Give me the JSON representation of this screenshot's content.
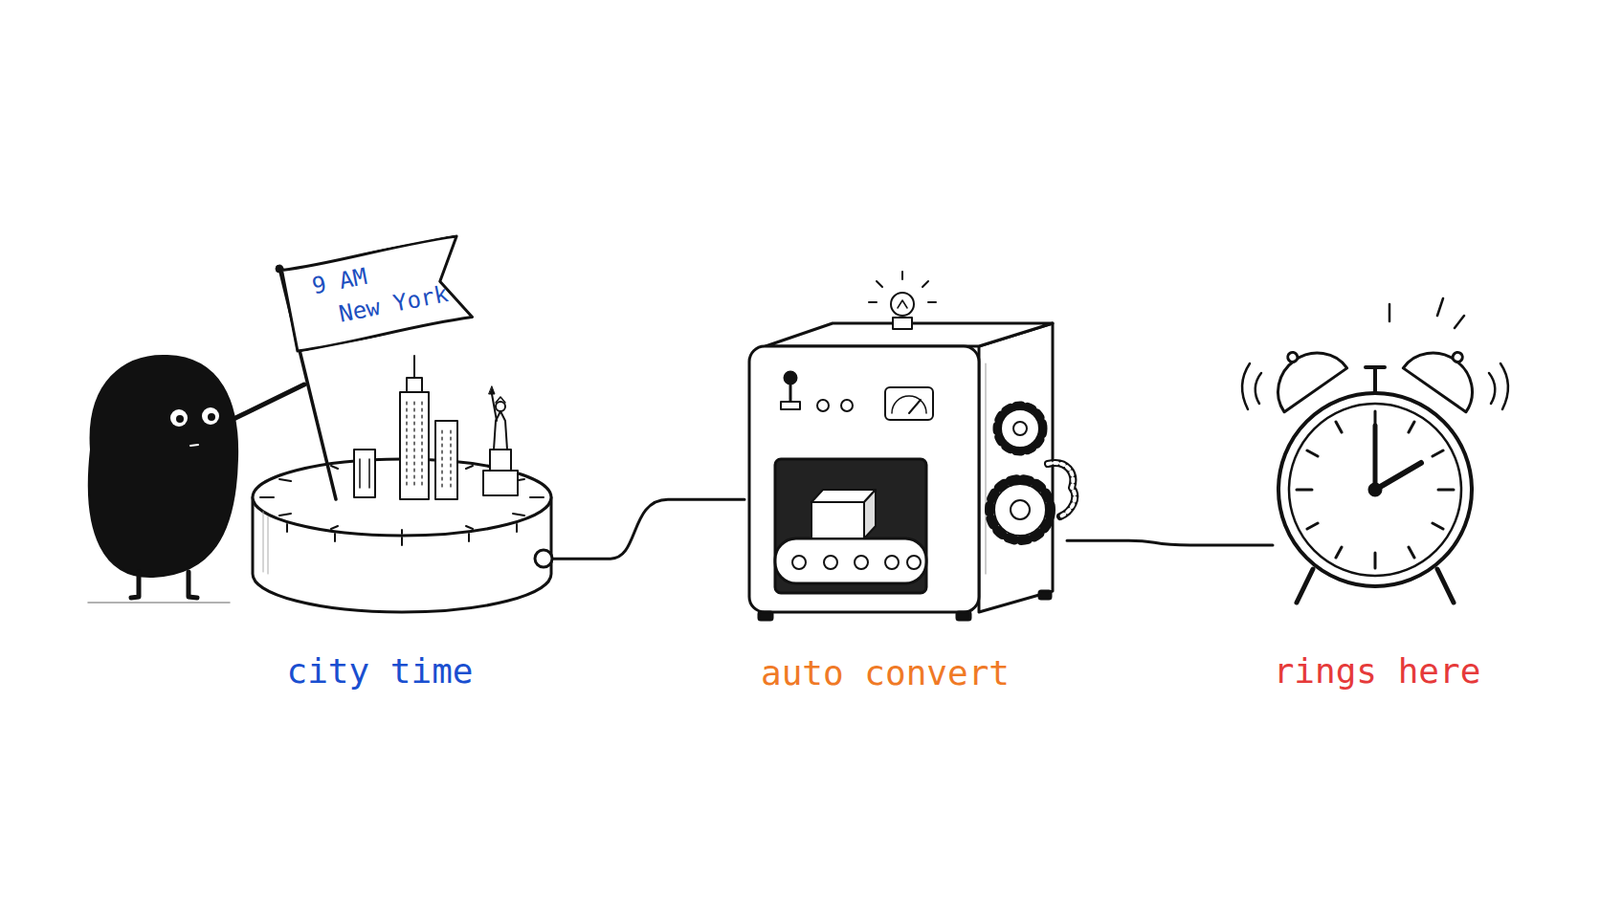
{
  "diagram": {
    "nodes": [
      {
        "text": [
          "9 AM",
          "New York"
        ]
      },
      {
        "text": [
          "city time"
        ]
      },
      {
        "text": [
          "auto convert"
        ]
      },
      {
        "text": [
          "rings here"
        ]
      }
    ],
    "edges": [
      {
        "from": 1,
        "to": 2,
        "arrow": "none"
      },
      {
        "from": 2,
        "to": 3,
        "arrow": "none"
      }
    ]
  }
}
